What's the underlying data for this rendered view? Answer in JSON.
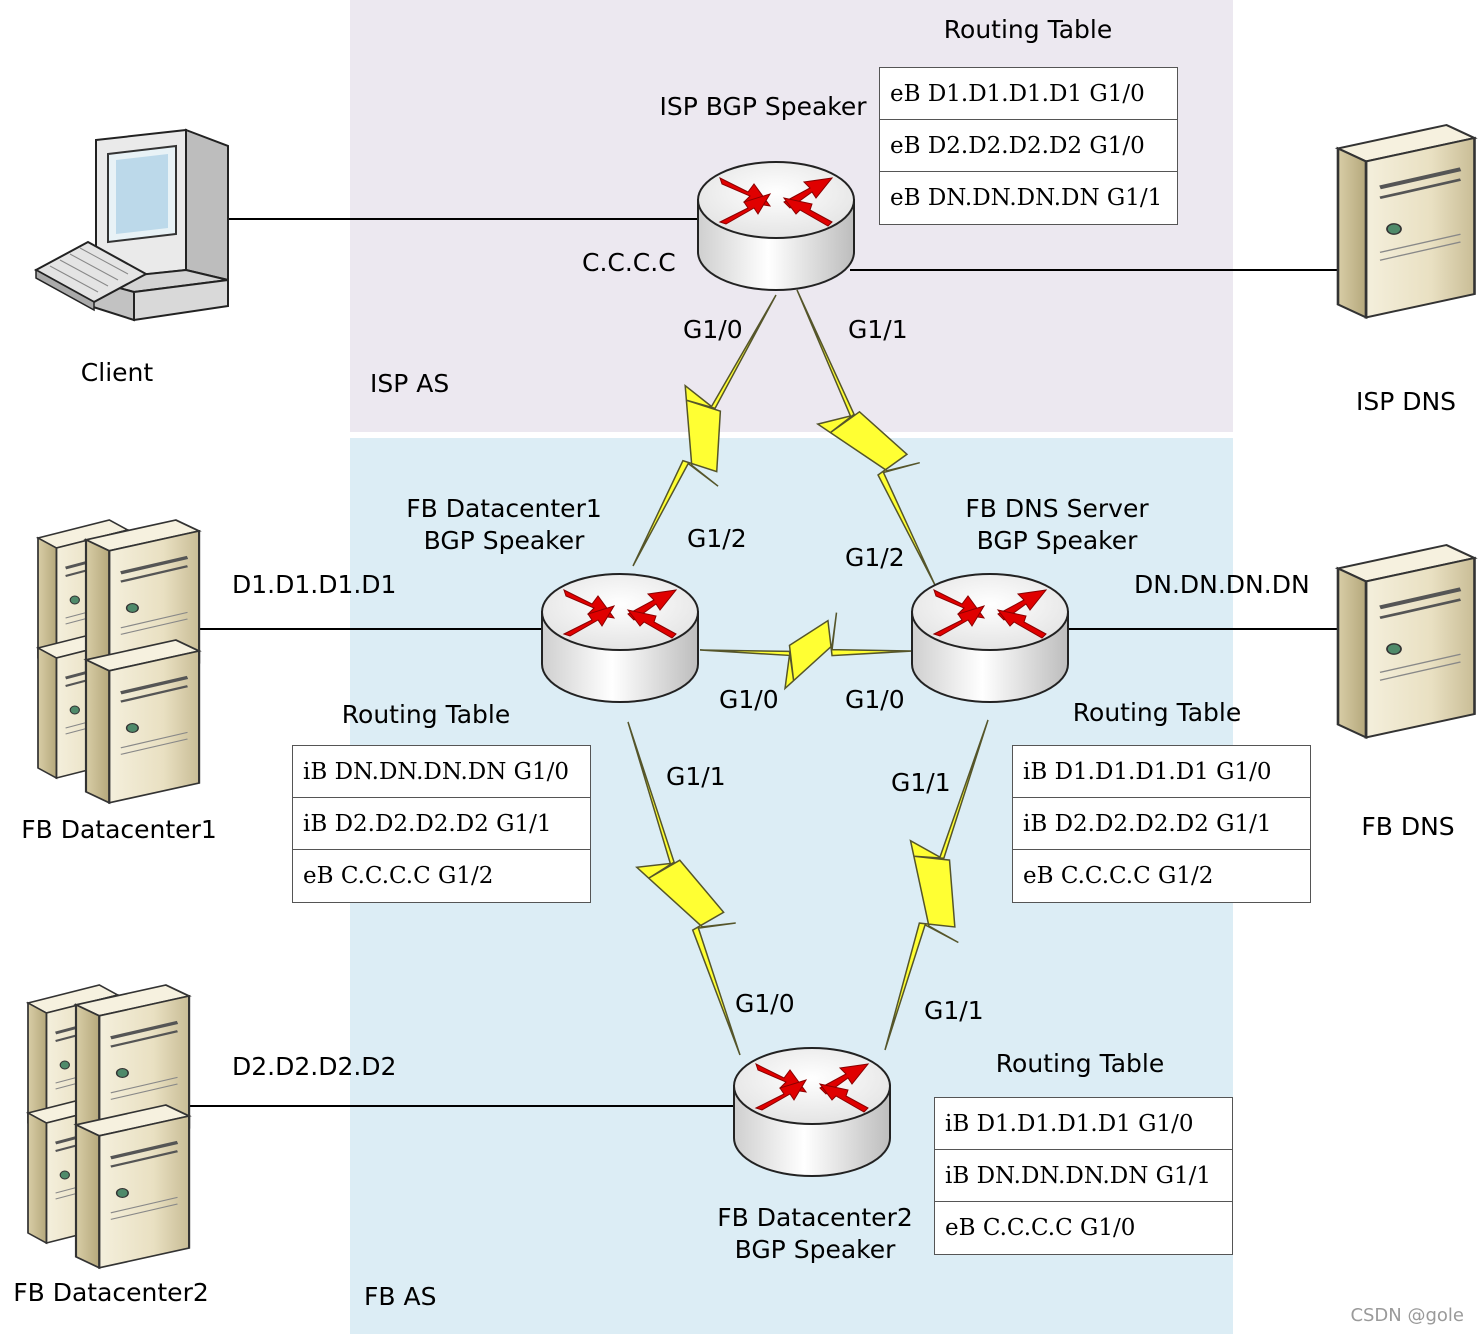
{
  "zones": {
    "isp": {
      "label": "ISP AS",
      "color": "#ece8f0"
    },
    "fb": {
      "label": "FB AS",
      "color": "#dcedf5"
    }
  },
  "hosts": {
    "client": "Client",
    "isp_dns": "ISP DNS",
    "fb_dc1": "FB Datacenter1",
    "fb_dns": "FB DNS",
    "fb_dc2": "FB Datacenter2"
  },
  "routers": {
    "isp": {
      "name": "ISP BGP Speaker"
    },
    "dc1": {
      "name_line1": "FB Datacenter1",
      "name_line2": "BGP Speaker"
    },
    "dns": {
      "name_line1": "FB DNS Server",
      "name_line2": "BGP Speaker"
    },
    "dc2": {
      "name_line1": "FB Datacenter2",
      "name_line2": "BGP Speaker"
    }
  },
  "addresses": {
    "client": "C.C.C.C",
    "dc1": "D1.D1.D1.D1",
    "dns": "DN.DN.DN.DN",
    "dc2": "D2.D2.D2.D2"
  },
  "ports": {
    "isp_g10": "G1/0",
    "isp_g11": "G1/1",
    "dc1_g12": "G1/2",
    "dns_g12": "G1/2",
    "dc1_g10": "G1/0",
    "dns_g10": "G1/0",
    "dc1_g11": "G1/1",
    "dns_g11": "G1/1",
    "dc2_g10": "G1/0",
    "dc2_g11": "G1/1"
  },
  "routing_tables": {
    "isp": {
      "title": "Routing Table",
      "rows": [
        "eB D1.D1.D1.D1 G1/0",
        "eB D2.D2.D2.D2 G1/0",
        "eB DN.DN.DN.DN G1/1"
      ]
    },
    "dc1": {
      "title": "Routing Table",
      "rows": [
        "iB DN.DN.DN.DN G1/0",
        "iB D2.D2.D2.D2 G1/1",
        "eB C.C.C.C G1/2"
      ]
    },
    "dns": {
      "title": "Routing Table",
      "rows": [
        "iB D1.D1.D1.D1 G1/0",
        "iB D2.D2.D2.D2 G1/1",
        "eB C.C.C.C G1/2"
      ]
    },
    "dc2": {
      "title": "Routing Table",
      "rows": [
        "iB D1.D1.D1.D1 G1/0",
        "iB DN.DN.DN.DN G1/1",
        "eB C.C.C.C G1/0"
      ]
    }
  },
  "colors": {
    "link_bolt": "#ffff33",
    "router_arrow": "#e00000",
    "server_body": "#e8dfc2"
  },
  "watermark": "CSDN @gole"
}
